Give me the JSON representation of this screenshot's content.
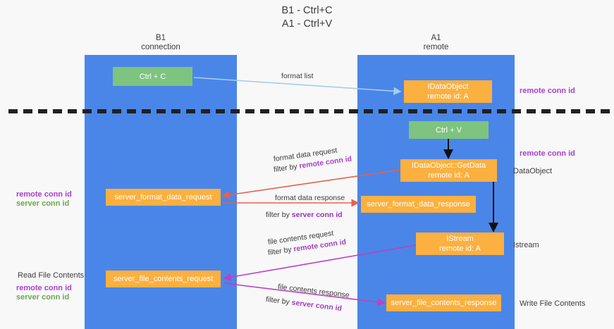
{
  "title": {
    "line1": "B1 - Ctrl+C",
    "line2": "A1 - Ctrl+V"
  },
  "columns": [
    {
      "name": "B1",
      "sub": "connection"
    },
    {
      "name": "A1",
      "sub": "remote"
    }
  ],
  "colors": {
    "lane": "#4a86e8",
    "box_green": "#7dc47f",
    "box_orange": "#fbb03f",
    "remote_conn_id": "#a83fd0",
    "server_conn_id": "#6aa84f",
    "arrow_blue": "#a6cdf0",
    "arrow_red": "#e8604d",
    "arrow_magenta": "#c03fc0",
    "arrow_black": "#111111",
    "separator": "#202020"
  },
  "boxes": {
    "ctrl_c": {
      "line1": "Ctrl + C",
      "line2": ""
    },
    "idataobject": {
      "line1": "IDataObject",
      "line2": "remote id: A"
    },
    "ctrl_v": {
      "line1": "Ctrl + V",
      "line2": ""
    },
    "getdata": {
      "line1": "IDataObject::GetData",
      "line2": "remote id: A"
    },
    "server_format_data_request": {
      "line1": "server_format_data_request",
      "line2": ""
    },
    "server_format_data_response": {
      "line1": "server_format_data_response",
      "line2": ""
    },
    "istream": {
      "line1": "IStream",
      "line2": "remote id: A"
    },
    "server_file_contents_request": {
      "line1": "server_file_contents_request",
      "line2": ""
    },
    "server_file_contents_response": {
      "line1": "server_file_contents_response",
      "line2": ""
    }
  },
  "side_labels": {
    "remote_conn_id_top": "remote conn id",
    "remote_conn_id_mid": "remote conn id",
    "dataobject": "DataObject",
    "istream": "Istream",
    "write_file_contents": "Write File Contents",
    "read_file_contents": "Read File Contents",
    "left_mid_remote": "remote conn id",
    "left_mid_server": "server conn id",
    "left_bottom_remote": "remote conn id",
    "left_bottom_server": "server conn id"
  },
  "edge_labels": {
    "format_list": "format list",
    "format_data_request": "format data request",
    "format_data_request_filter_prefix": "filter by ",
    "format_data_request_filter_key": "remote conn id",
    "format_data_response": "format data response",
    "format_data_response_filter_prefix": "filter by ",
    "format_data_response_filter_key": "server conn id",
    "file_contents_request": "file contents request",
    "file_contents_request_filter_prefix": "filter by ",
    "file_contents_request_filter_key": "remote conn id",
    "file_contents_response": "file contents response",
    "file_contents_response_filter_prefix": "filter by ",
    "file_contents_response_filter_key": "server conn id"
  }
}
